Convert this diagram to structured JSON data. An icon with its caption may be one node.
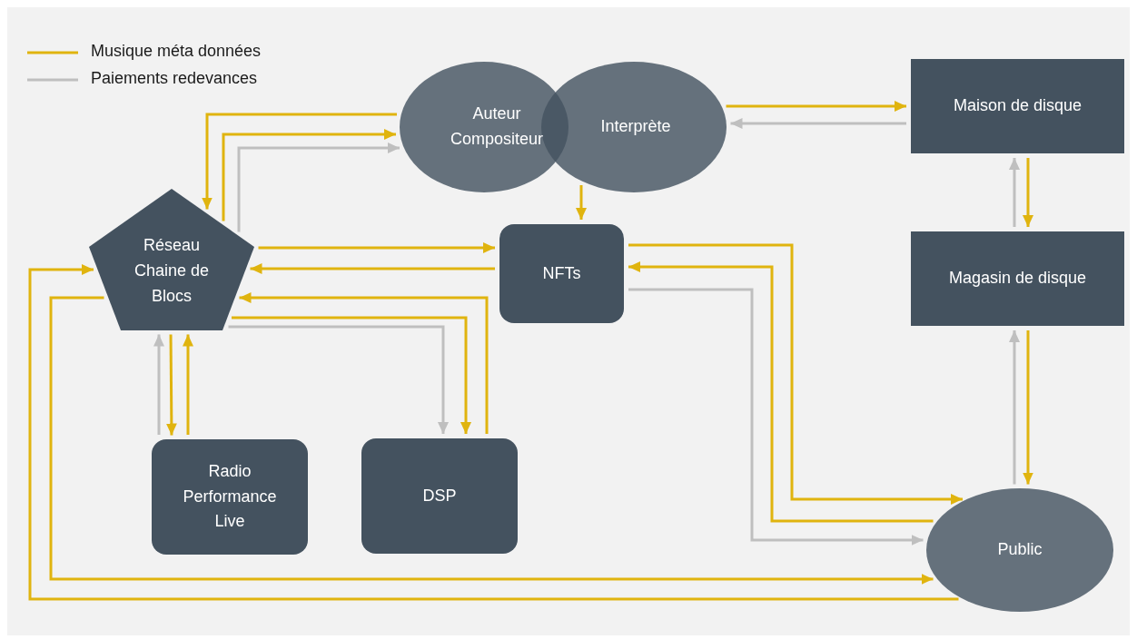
{
  "diagram": {
    "nodes": [
      {
        "text": [
          "Auteur Compositeur"
        ]
      },
      {
        "text": [
          "Interprète"
        ]
      },
      {
        "text": [
          "Maison de disque"
        ]
      },
      {
        "text": [
          "Réseau Chaine de Blocs"
        ]
      },
      {
        "text": [
          "NFTs"
        ]
      },
      {
        "text": [
          "Magasin de disque"
        ]
      },
      {
        "text": [
          "Radio Performance Live"
        ]
      },
      {
        "text": [
          "DSP"
        ]
      },
      {
        "text": [
          "Public"
        ]
      }
    ],
    "edges": [
      {
        "from": 0,
        "to": 3,
        "arrow": "to"
      },
      {
        "from": 3,
        "to": 0,
        "arrow": "to"
      },
      {
        "from": 3,
        "to": 0,
        "arrow": "to",
        "color": "#bfbfbf"
      },
      {
        "from": 1,
        "to": 2,
        "arrow": "to"
      },
      {
        "from": 2,
        "to": 1,
        "arrow": "to",
        "color": "#bfbfbf"
      },
      {
        "from": 1,
        "to": 4,
        "arrow": "to"
      },
      {
        "from": 2,
        "to": 5,
        "arrow": "to"
      },
      {
        "from": 5,
        "to": 2,
        "arrow": "to",
        "color": "#bfbfbf"
      },
      {
        "from": 5,
        "to": 8,
        "arrow": "to"
      },
      {
        "from": 8,
        "to": 5,
        "arrow": "to",
        "color": "#bfbfbf"
      },
      {
        "from": 3,
        "to": 4,
        "arrow": "to"
      },
      {
        "from": 4,
        "to": 3,
        "arrow": "to"
      },
      {
        "from": 7,
        "to": 3,
        "arrow": "to"
      },
      {
        "from": 3,
        "to": 7,
        "arrow": "to"
      },
      {
        "from": 3,
        "to": 7,
        "arrow": "to",
        "color": "#bfbfbf"
      },
      {
        "from": 6,
        "to": 3,
        "arrow": "to",
        "color": "#bfbfbf"
      },
      {
        "from": 3,
        "to": 6,
        "arrow": "to"
      },
      {
        "from": 6,
        "to": 3,
        "arrow": "to"
      },
      {
        "from": 4,
        "to": 8,
        "arrow": "to"
      },
      {
        "from": 8,
        "to": 4,
        "arrow": "to"
      },
      {
        "from": 4,
        "to": 8,
        "arrow": "to",
        "color": "#bfbfbf"
      },
      {
        "from": 8,
        "to": 3,
        "arrow": "to"
      },
      {
        "from": 3,
        "to": 8,
        "arrow": "to"
      }
    ],
    "legend": [
      {
        "text": "Musique méta données"
      },
      {
        "text": "Paiements redevances"
      }
    ]
  }
}
